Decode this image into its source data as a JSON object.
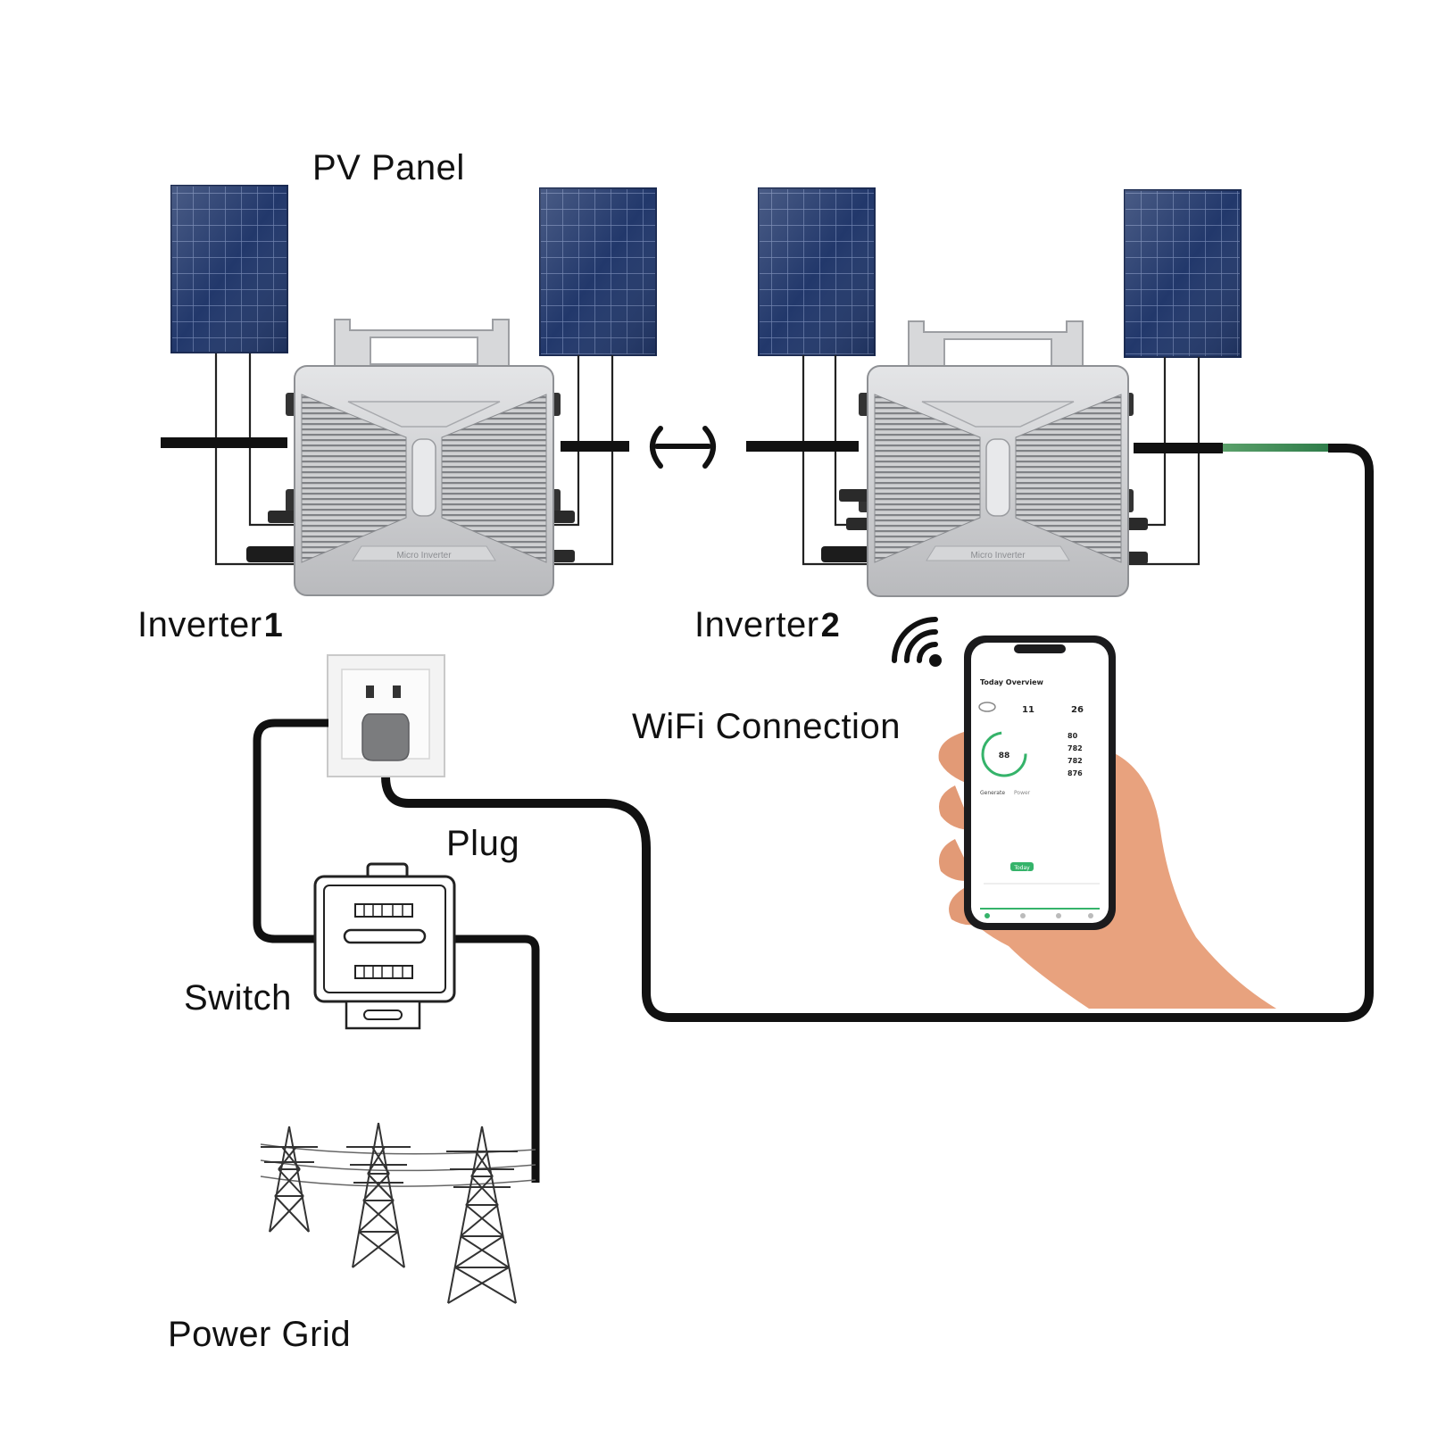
{
  "labels": {
    "pv_panel": "PV Panel",
    "inverter_1_text": "Inverter",
    "inverter_1_num": "1",
    "inverter_2_text": "Inverter",
    "inverter_2_num": "2",
    "wifi_connection": "WiFi Connection",
    "plug": "Plug",
    "switch": "Switch",
    "power_grid": "Power Grid"
  },
  "inverter_casing_text": "Micro Inverter",
  "phone_app": {
    "title": "Today Overview",
    "top_values": [
      "11",
      "26"
    ],
    "gauge_value": "88",
    "tab_labels": [
      "Generate",
      "Power"
    ],
    "button_label": "Today",
    "side_values": [
      "80",
      "782",
      "782",
      "876"
    ]
  },
  "colors": {
    "panel_blue": "#22386b",
    "panel_grid": "#6d80ad",
    "cable": "#111111",
    "inverter_silver": "#c9cacc",
    "app_green": "#35b36a",
    "skin": "#e8a27e"
  }
}
